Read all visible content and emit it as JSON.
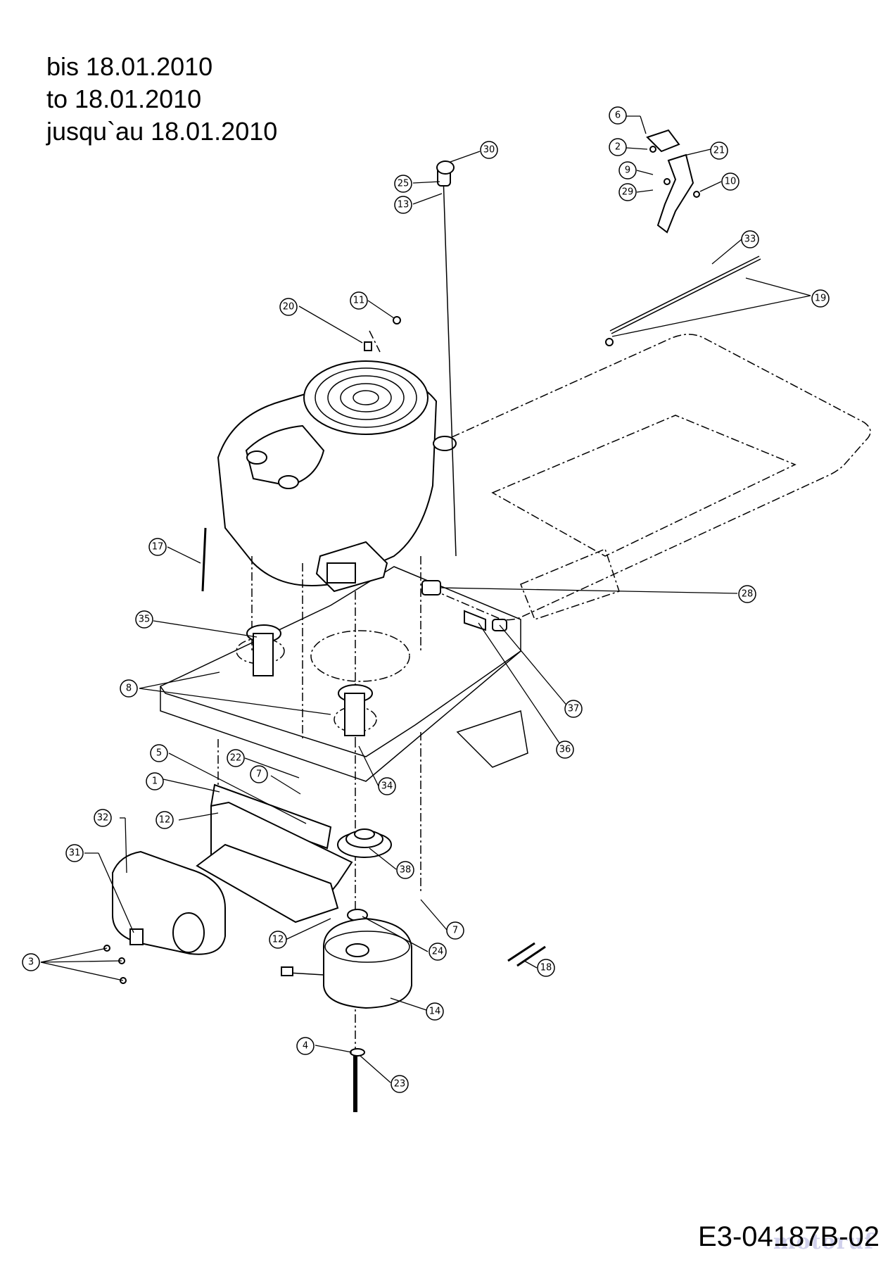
{
  "header": {
    "line1": "bis 18.01.2010",
    "line2": "to 18.01.2010",
    "line3": "jusqu`au 18.01.2010"
  },
  "drawing_code": "E3-04187B-02",
  "watermark": "motoruf",
  "callouts": [
    {
      "id": "c30",
      "label": "30"
    },
    {
      "id": "c25",
      "label": "25"
    },
    {
      "id": "c13",
      "label": "13"
    },
    {
      "id": "c6",
      "label": "6"
    },
    {
      "id": "c2",
      "label": "2"
    },
    {
      "id": "c21",
      "label": "21"
    },
    {
      "id": "c9",
      "label": "9"
    },
    {
      "id": "c10",
      "label": "10"
    },
    {
      "id": "c29",
      "label": "29"
    },
    {
      "id": "c33",
      "label": "33"
    },
    {
      "id": "c19",
      "label": "19"
    },
    {
      "id": "c20",
      "label": "20"
    },
    {
      "id": "c11",
      "label": "11"
    },
    {
      "id": "c17",
      "label": "17"
    },
    {
      "id": "c28",
      "label": "28"
    },
    {
      "id": "c35",
      "label": "35"
    },
    {
      "id": "c8",
      "label": "8"
    },
    {
      "id": "c37",
      "label": "37"
    },
    {
      "id": "c36",
      "label": "36"
    },
    {
      "id": "c5",
      "label": "5"
    },
    {
      "id": "c22",
      "label": "22"
    },
    {
      "id": "c34",
      "label": "34"
    },
    {
      "id": "c7a",
      "label": "7"
    },
    {
      "id": "c1",
      "label": "1"
    },
    {
      "id": "c12a",
      "label": "12"
    },
    {
      "id": "c32",
      "label": "32"
    },
    {
      "id": "c31",
      "label": "31"
    },
    {
      "id": "c38",
      "label": "38"
    },
    {
      "id": "c7b",
      "label": "7"
    },
    {
      "id": "c12b",
      "label": "12"
    },
    {
      "id": "c24",
      "label": "24"
    },
    {
      "id": "c3",
      "label": "3"
    },
    {
      "id": "c18",
      "label": "18"
    },
    {
      "id": "c14",
      "label": "14"
    },
    {
      "id": "c4",
      "label": "4"
    },
    {
      "id": "c23",
      "label": "23"
    }
  ]
}
